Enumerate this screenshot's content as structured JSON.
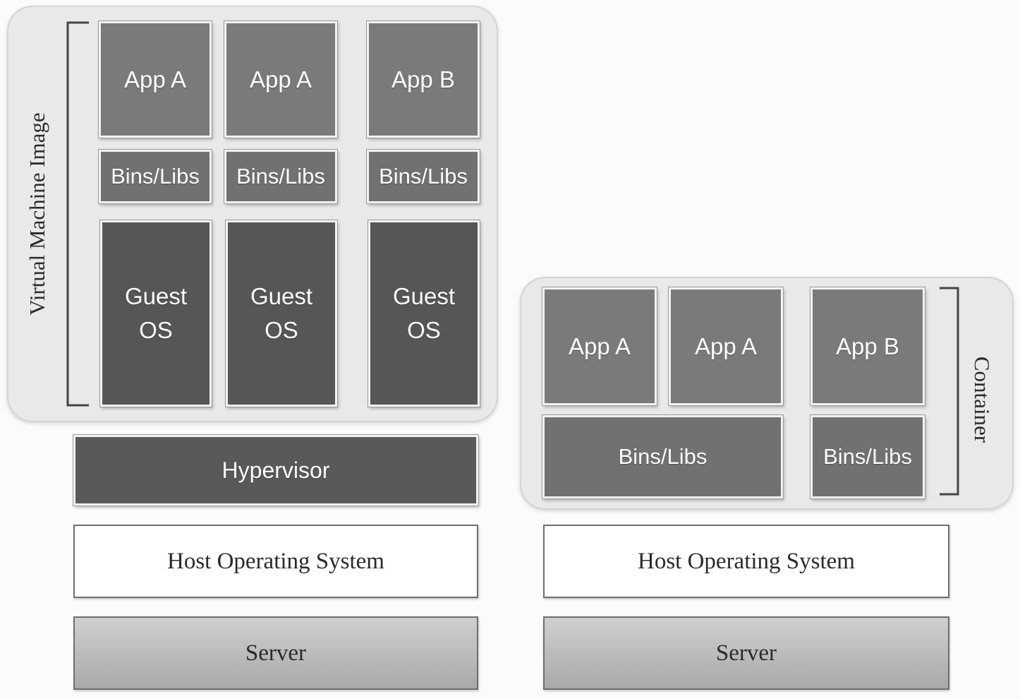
{
  "vm": {
    "side_label": "Virtual Machine Image",
    "stacks": [
      {
        "app": "App A",
        "bins": "Bins/Libs",
        "guest_line1": "Guest",
        "guest_line2": "OS"
      },
      {
        "app": "App A",
        "bins": "Bins/Libs",
        "guest_line1": "Guest",
        "guest_line2": "OS"
      },
      {
        "app": "App B",
        "bins": "Bins/Libs",
        "guest_line1": "Guest",
        "guest_line2": "OS"
      }
    ],
    "hypervisor": "Hypervisor",
    "host_os": "Host Operating System",
    "server": "Server"
  },
  "container": {
    "side_label": "Container",
    "apps": [
      "App A",
      "App A",
      "App B"
    ],
    "bins": [
      "Bins/Libs",
      "Bins/Libs"
    ],
    "host_os": "Host Operating System",
    "server": "Server"
  },
  "colors": {
    "panel": "#e9e9e9",
    "app_box": "#7a7a7a",
    "bins_box": "#717171",
    "guest_os_box": "#565656",
    "hypervisor_box": "#595959",
    "server_box": "#b9b9b9"
  }
}
